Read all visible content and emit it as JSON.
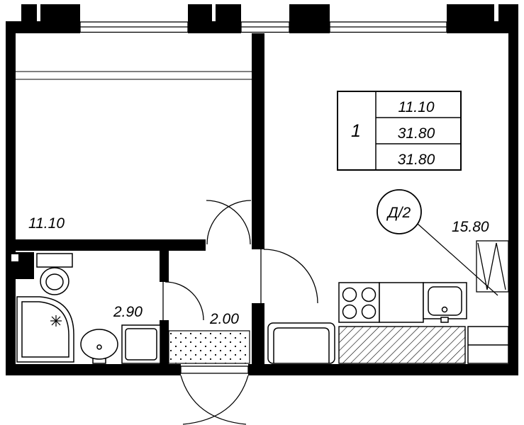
{
  "plan": {
    "unit_badge": "Д/2",
    "rooms": [
      {
        "name": "living-room",
        "area": "11.10"
      },
      {
        "name": "bathroom",
        "area": "2.90"
      },
      {
        "name": "hallway",
        "area": "2.00"
      },
      {
        "name": "kitchen-living-room",
        "area": "15.80"
      }
    ],
    "stamp": {
      "room_count": "1",
      "values": [
        "11.10",
        "31.80",
        "31.80"
      ]
    }
  },
  "colors": {
    "line": "#000000",
    "background": "#ffffff"
  }
}
